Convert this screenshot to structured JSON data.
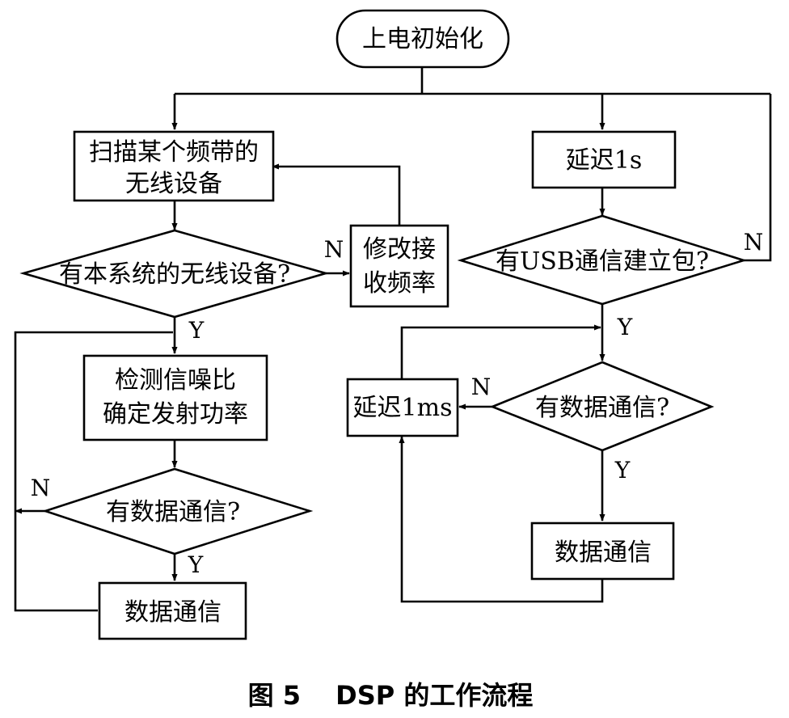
{
  "nodes": {
    "start": "上电初始化",
    "scan": [
      "扫描某个频带的",
      "无线设备"
    ],
    "hasWireless": "有本系统的无线设备?",
    "modify": [
      "修改接",
      "收频率"
    ],
    "detect": [
      "检测信噪比",
      "确定发射功率"
    ],
    "leftHasData": "有数据通信?",
    "leftComm": "数据通信",
    "delay1s": "延迟1s",
    "hasUsb": "有USB通信建立包?",
    "rightHasData": "有数据通信?",
    "delay1ms": "延迟1ms",
    "rightComm": "数据通信"
  },
  "labels": {
    "yes": "Y",
    "no": "N"
  },
  "caption": "图 5　 DSP 的工作流程"
}
